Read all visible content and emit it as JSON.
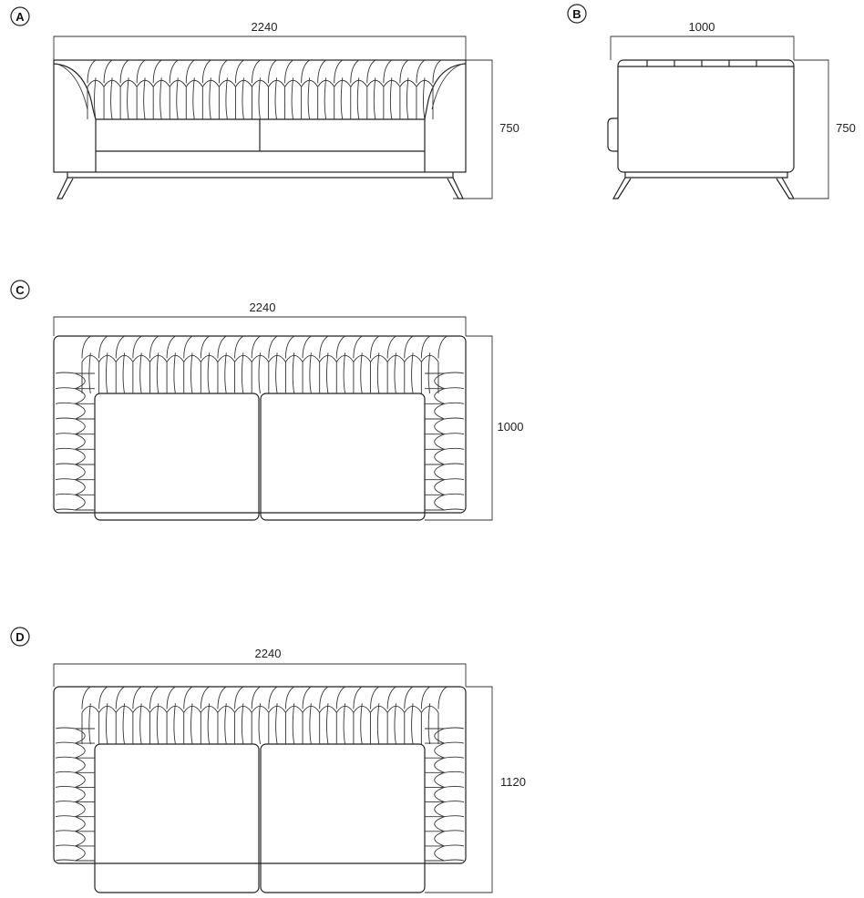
{
  "views": [
    {
      "label": "A",
      "width": "2240",
      "height": "750"
    },
    {
      "label": "B",
      "width": "1000",
      "height": "750"
    },
    {
      "label": "C",
      "width": "2240",
      "height": "1000"
    },
    {
      "label": "D",
      "width": "2240",
      "height": "1120"
    }
  ],
  "colors": {
    "line": "#222222",
    "background": "#ffffff"
  }
}
